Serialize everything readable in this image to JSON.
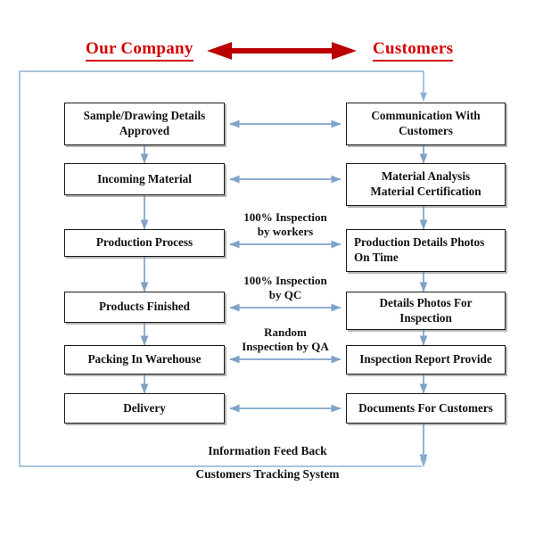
{
  "header": {
    "left_title": "Our Company",
    "right_title": "Customers",
    "arrow_icon": "double-headed-arrow",
    "arrow_color": "#bb0000",
    "title_color": "#d40000"
  },
  "palette": {
    "connector": "#7fa3c8",
    "box_border": "#1a1a1a",
    "box_fill": "#ffffff",
    "text": "#111111",
    "feedback_loop": "#8cb0d4"
  },
  "left_column": {
    "title": "Our Company",
    "nodes": [
      {
        "id": "sample-drawing-details-approved",
        "label": "Sample/Drawing Details\nApproved",
        "align": "center"
      },
      {
        "id": "incoming-material",
        "label": "Incoming Material",
        "align": "center"
      },
      {
        "id": "production-process",
        "label": "Production Process",
        "align": "center"
      },
      {
        "id": "products-finished",
        "label": "Products Finished",
        "align": "center"
      },
      {
        "id": "packing-in-warehouse",
        "label": "Packing In Warehouse",
        "align": "center"
      },
      {
        "id": "delivery",
        "label": "Delivery",
        "align": "center"
      }
    ]
  },
  "right_column": {
    "title": "Customers",
    "nodes": [
      {
        "id": "communication-with-customers",
        "label": "Communication With\nCustomers",
        "align": "center"
      },
      {
        "id": "material-analysis-certification",
        "label": "Material Analysis\nMaterial Certification",
        "align": "center"
      },
      {
        "id": "production-details-photos",
        "label": "Production  Details  Photos\nOn Time",
        "align": "lead"
      },
      {
        "id": "details-photos-for-inspection",
        "label": "Details Photos For\nInspection",
        "align": "center"
      },
      {
        "id": "inspection-report-provide",
        "label": "Inspection Report Provide",
        "align": "center"
      },
      {
        "id": "documents-for-customers",
        "label": "Documents For Customers",
        "align": "center"
      }
    ]
  },
  "cross_links": [
    {
      "id": "link-row-1",
      "label": "",
      "from": "sample-drawing-details-approved",
      "to": "communication-with-customers",
      "direction": "both"
    },
    {
      "id": "link-row-2",
      "label": "",
      "from": "incoming-material",
      "to": "material-analysis-certification",
      "direction": "both"
    },
    {
      "id": "link-row-3",
      "label": "100% Inspection\nby workers",
      "from": "production-process",
      "to": "production-details-photos",
      "direction": "both"
    },
    {
      "id": "link-row-4",
      "label": "100% Inspection\nby QC",
      "from": "products-finished",
      "to": "details-photos-for-inspection",
      "direction": "both"
    },
    {
      "id": "link-row-5",
      "label": "Random\nInspection by QA",
      "from": "packing-in-warehouse",
      "to": "inspection-report-provide",
      "direction": "both"
    },
    {
      "id": "link-row-6",
      "label": "",
      "from": "delivery",
      "to": "documents-for-customers",
      "direction": "both"
    }
  ],
  "feedback": {
    "line_1": "Information Feed Back",
    "line_2": "Customers Tracking System"
  }
}
